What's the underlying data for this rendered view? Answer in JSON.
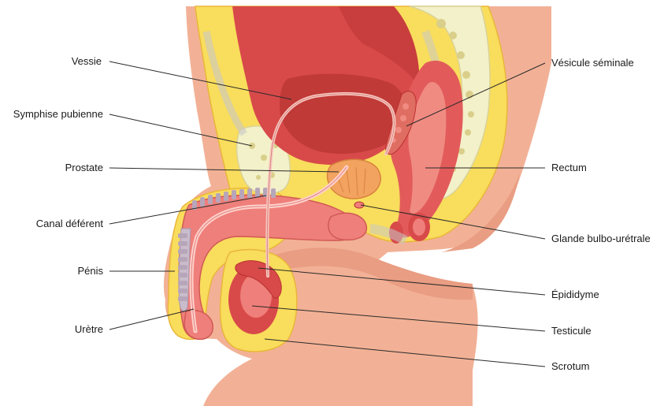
{
  "labels": {
    "vessie": "Vessie",
    "symphise": "Symphise pubienne",
    "prostate": "Prostate",
    "canal": "Canal déférent",
    "penis": "Pénis",
    "uretre": "Urètre",
    "vesicule": "Vésicule séminale",
    "rectum": "Rectum",
    "glande": "Glande bulbo-urétrale",
    "epididyme": "Épididyme",
    "testicule": "Testicule",
    "scrotum": "Scrotum"
  },
  "colors": {
    "skin": "#f2b196",
    "fat": "#f9dd5c",
    "fat_edge": "#e9b63a",
    "muscle": "#d84a4a",
    "muscle_dark": "#b8302f",
    "organ_pink": "#ef7f7a",
    "bone": "#f3f1c9",
    "prostate": "#f2a35f",
    "cartilage": "#c9bccb"
  }
}
